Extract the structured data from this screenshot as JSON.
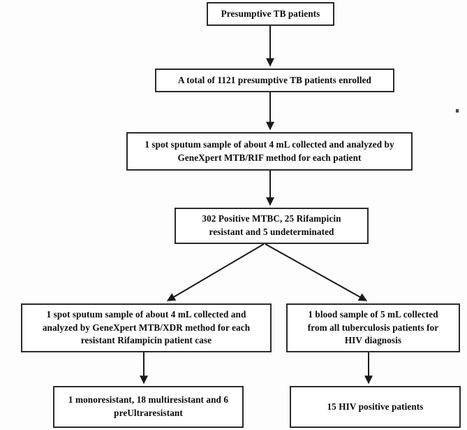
{
  "diagram": {
    "title": "Presumptive TB patients study flow",
    "background_color": "#fdfdfd",
    "box_border_color": "#2b2b2b",
    "text_color": "#0a0a0a",
    "arrow_color": "#1a1a1a"
  },
  "nodes": {
    "presumptive": {
      "label": "Presumptive TB patients"
    },
    "enrolled": {
      "label": "A total of 1121 presumptive TB patients enrolled"
    },
    "sputum_rif": {
      "label": "1 spot sputum sample of about 4 mL collected and analyzed by\nGeneXpert MTB/RIF method for each patient"
    },
    "mtbc_results": {
      "label": "302 Positive MTBC, 25 Rifampicin\nresistant and 5 undeterminated"
    },
    "sputum_xdr": {
      "label": "1 spot sputum sample of about 4 mL collected and\nanalyzed by GeneXpert MTB/XDR method for each\nresistant Rifampicin patient case"
    },
    "blood_hiv": {
      "label": "1 blood sample of 5 mL collected\nfrom all tuberculosis patients for\nHIV diagnosis"
    },
    "resistance_final": {
      "label": "1 monoresistant, 18 multiresistant and 6\npreUltraresistant"
    },
    "hiv_final": {
      "label": "15 HIV positive patients"
    }
  },
  "chart_data": {
    "type": "diagram",
    "flow": "top-down flowchart of a tuberculosis diagnostic study",
    "steps": [
      {
        "id": "presumptive",
        "text": "Presumptive TB patients"
      },
      {
        "id": "enrolled",
        "text": "A total of 1121 presumptive TB patients enrolled",
        "count": 1121
      },
      {
        "id": "sputum_rif",
        "text": "1 spot sputum sample of about 4 mL collected and analyzed by GeneXpert MTB/RIF method for each patient",
        "sample_volume_ml": 4
      },
      {
        "id": "mtbc_results",
        "text": "302 Positive MTBC, 25 Rifampicin resistant and 5 undeterminated",
        "positive_mtbc": 302,
        "rifampicin_resistant": 25,
        "undeterminated": 5
      },
      {
        "id": "sputum_xdr",
        "text": "1 spot sputum sample of about 4 mL collected and analyzed by GeneXpert MTB/XDR method for each resistant Rifampicin patient case",
        "sample_volume_ml": 4
      },
      {
        "id": "blood_hiv",
        "text": "1 blood sample of 5 mL collected from all tuberculosis patients for HIV diagnosis",
        "sample_volume_ml": 5
      },
      {
        "id": "resistance_final",
        "text": "1 monoresistant, 18 multiresistant and 6 preUltraresistant",
        "monoresistant": 1,
        "multiresistant": 18,
        "preultraresistant": 6
      },
      {
        "id": "hiv_final",
        "text": "15 HIV positive patients",
        "hiv_positive": 15
      }
    ],
    "edges": [
      {
        "from": "presumptive",
        "to": "enrolled"
      },
      {
        "from": "enrolled",
        "to": "sputum_rif"
      },
      {
        "from": "sputum_rif",
        "to": "mtbc_results"
      },
      {
        "from": "mtbc_results",
        "to": "sputum_xdr"
      },
      {
        "from": "mtbc_results",
        "to": "blood_hiv"
      },
      {
        "from": "sputum_xdr",
        "to": "resistance_final"
      },
      {
        "from": "blood_hiv",
        "to": "hiv_final"
      }
    ]
  }
}
